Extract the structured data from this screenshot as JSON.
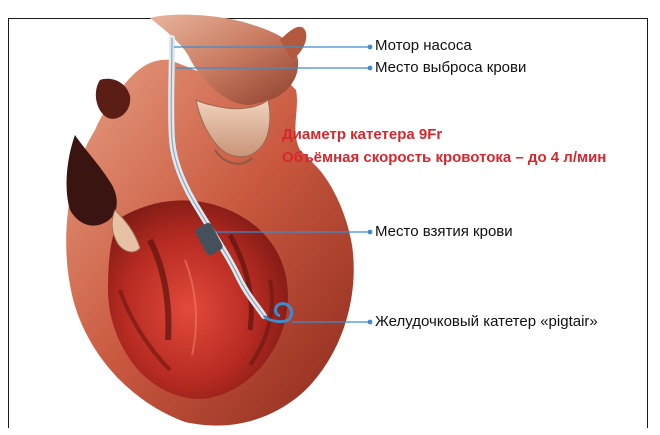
{
  "labels": {
    "pump_motor": "Мотор насоса",
    "blood_outflow": "Место выброса крови",
    "blood_inflow": "Место взятия крови",
    "pigtail": "Желудочковый катетер «pigtair»"
  },
  "specs": {
    "diameter": "Диаметр катетера 9Fr",
    "flow_rate": "Объёмная скорость кровотока – до 4 л/мин"
  },
  "colors": {
    "spec_text": "#d7272d",
    "callout_line": "#3d8ccf",
    "heart_muscle": "#b8342a",
    "heart_outer": "#c4553f",
    "catheter": "#dfe9f0"
  }
}
